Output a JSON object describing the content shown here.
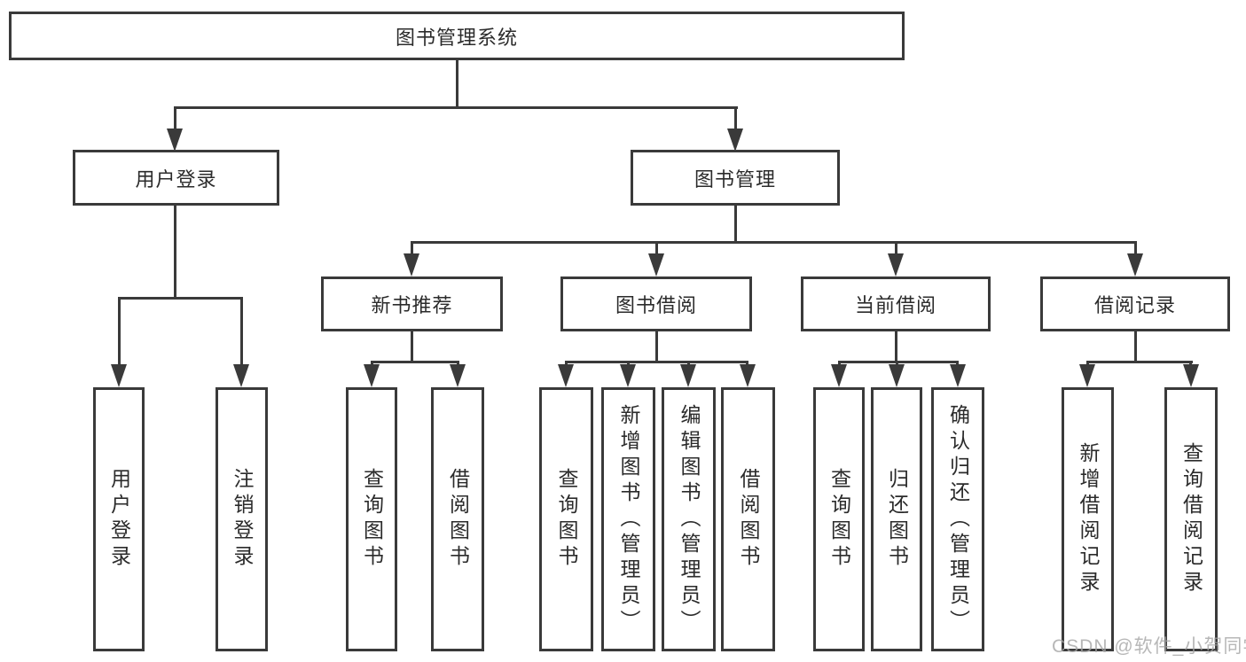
{
  "diagram": {
    "title_node": "图书管理系统",
    "level2": {
      "user_login": "用户登录",
      "book_mgmt": "图书管理"
    },
    "level3": {
      "new_book_rec": "新书推荐",
      "book_borrow": "图书借阅",
      "current_borrow": "当前借阅",
      "borrow_record": "借阅记录"
    },
    "leaves": {
      "user_login": [
        "用户登录",
        "注销登录"
      ],
      "new_book_rec": [
        "查询图书",
        "借阅图书"
      ],
      "book_borrow": [
        "查询图书",
        "新增图书（管理员）",
        "编辑图书（管理员）",
        "借阅图书"
      ],
      "current_borrow": [
        "查询图书",
        "归还图书",
        "确认归还（管理员）"
      ],
      "borrow_record": [
        "新增借阅记录",
        "查询借阅记录"
      ]
    }
  },
  "watermark": "CSDN @软件_小贺同学",
  "colors": {
    "line": "#3a3a3a",
    "text": "#2b2b2b",
    "background": "#ffffff",
    "watermark": "#a5a5a5"
  }
}
